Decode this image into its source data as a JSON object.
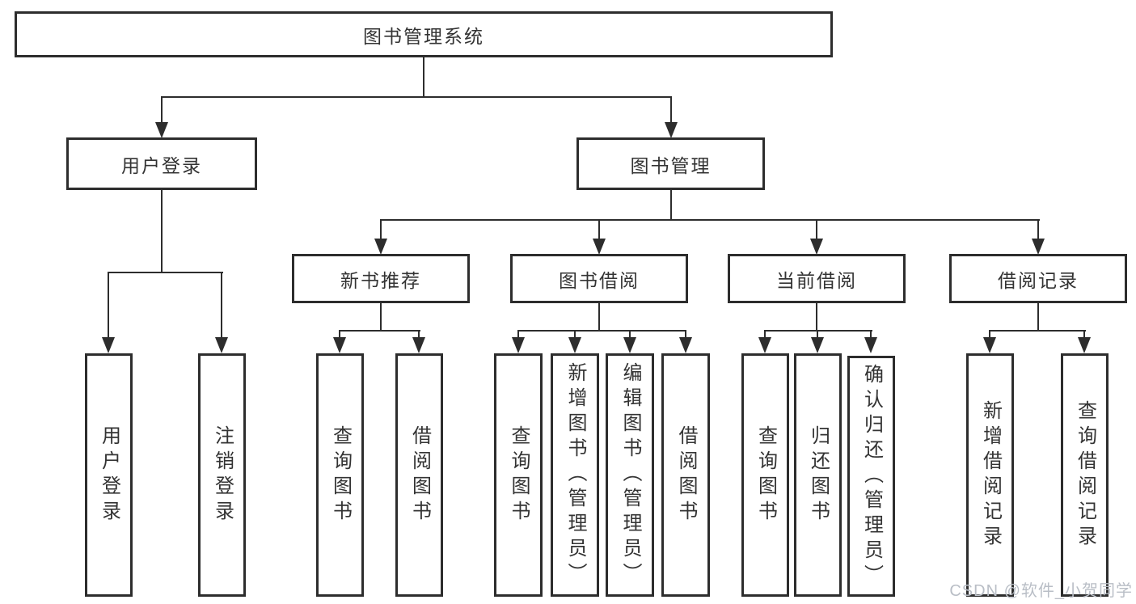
{
  "tree": {
    "label": "图书管理系统",
    "children": [
      {
        "label": "用户登录",
        "children": [
          {
            "label": "用户登录"
          },
          {
            "label": "注销登录"
          }
        ]
      },
      {
        "label": "图书管理",
        "children": [
          {
            "label": "新书推荐",
            "children": [
              {
                "label": "查询图书"
              },
              {
                "label": "借阅图书"
              }
            ]
          },
          {
            "label": "图书借阅",
            "children": [
              {
                "label": "查询图书"
              },
              {
                "label": "新增图书（管理员）"
              },
              {
                "label": "编辑图书（管理员）"
              },
              {
                "label": "借阅图书"
              }
            ]
          },
          {
            "label": "当前借阅",
            "children": [
              {
                "label": "查询图书"
              },
              {
                "label": "归还图书"
              },
              {
                "label": "确认归还（管理员）"
              }
            ]
          },
          {
            "label": "借阅记录",
            "children": [
              {
                "label": "新增借阅记录"
              },
              {
                "label": "查询借阅记录"
              }
            ]
          }
        ]
      }
    ]
  },
  "watermark": {
    "text": "CSDN @软件_小贺同学"
  },
  "colors": {
    "line": "#2d2d2d",
    "box_border": "#2d2d2d",
    "text": "#333333",
    "background": "#ffffff",
    "watermark": "#b9bec6"
  }
}
